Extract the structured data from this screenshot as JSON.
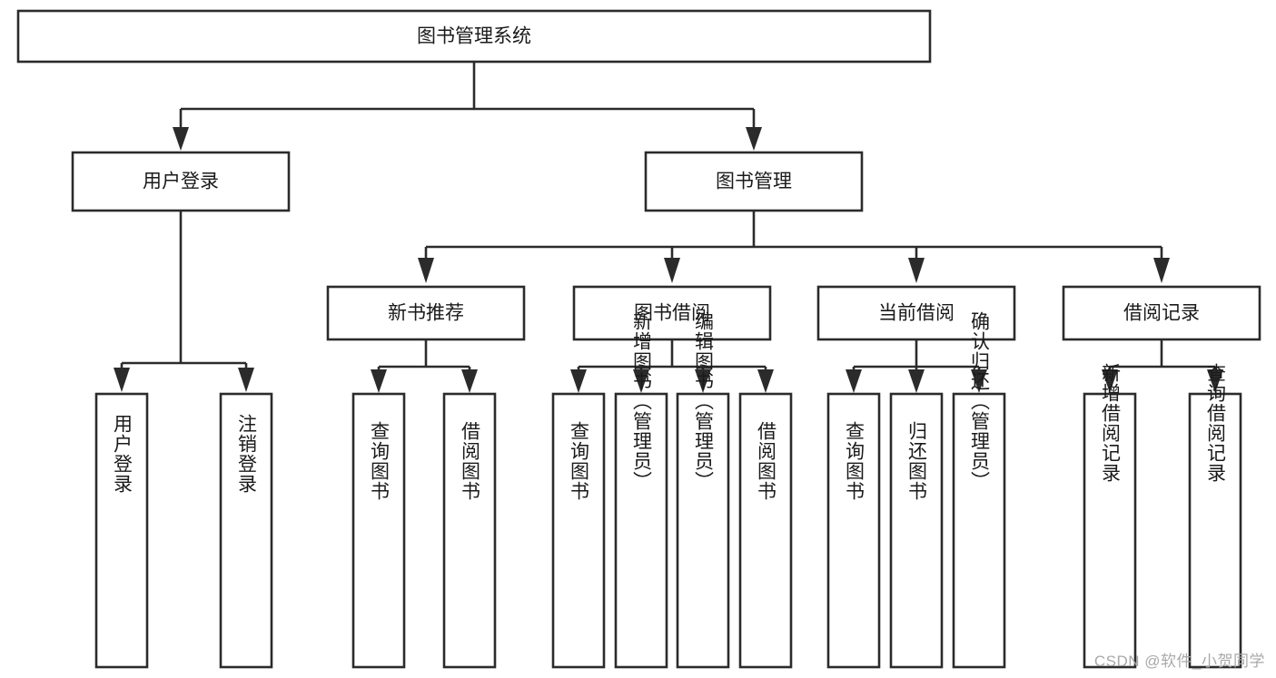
{
  "diagram": {
    "type": "tree-hierarchy-flowchart",
    "title": "图书管理系统",
    "watermark": "CSDN @软件_小贺同学",
    "colors": {
      "background": "#ffffff",
      "stroke": "#2b2b2b",
      "text": "#1a1a1a",
      "watermark": "#a9a9a9"
    },
    "levels": [
      {
        "level": 0,
        "nodes": [
          {
            "id": "root",
            "label": "图书管理系统",
            "orientation": "horizontal"
          }
        ]
      },
      {
        "level": 1,
        "nodes": [
          {
            "id": "user-login",
            "label": "用户登录",
            "orientation": "horizontal",
            "parent": "root"
          },
          {
            "id": "book-manage",
            "label": "图书管理",
            "orientation": "horizontal",
            "parent": "root"
          }
        ]
      },
      {
        "level": 2,
        "nodes": [
          {
            "id": "new-book-rec",
            "label": "新书推荐",
            "orientation": "horizontal",
            "parent": "book-manage"
          },
          {
            "id": "book-borrow",
            "label": "图书借阅",
            "orientation": "horizontal",
            "parent": "book-manage"
          },
          {
            "id": "current-borrow",
            "label": "当前借阅",
            "orientation": "horizontal",
            "parent": "book-manage"
          },
          {
            "id": "borrow-record",
            "label": "借阅记录",
            "orientation": "horizontal",
            "parent": "book-manage"
          }
        ]
      },
      {
        "level": 3,
        "nodes": [
          {
            "id": "leaf-user-login",
            "label": "用户登录",
            "orientation": "vertical",
            "parent": "user-login"
          },
          {
            "id": "leaf-user-logout",
            "label": "注销登录",
            "orientation": "vertical",
            "parent": "user-login"
          },
          {
            "id": "leaf-query-book-1",
            "label": "查询图书",
            "orientation": "vertical",
            "parent": "new-book-rec"
          },
          {
            "id": "leaf-borrow-book-1",
            "label": "借阅图书",
            "orientation": "vertical",
            "parent": "new-book-rec"
          },
          {
            "id": "leaf-query-book-2",
            "label": "查询图书",
            "orientation": "vertical",
            "parent": "book-borrow"
          },
          {
            "id": "leaf-add-book",
            "label": "新增图书（管理员）",
            "orientation": "vertical",
            "parent": "book-borrow"
          },
          {
            "id": "leaf-edit-book",
            "label": "编辑图书（管理员）",
            "orientation": "vertical",
            "parent": "book-borrow"
          },
          {
            "id": "leaf-borrow-book-2",
            "label": "借阅图书",
            "orientation": "vertical",
            "parent": "book-borrow"
          },
          {
            "id": "leaf-query-book-3",
            "label": "查询图书",
            "orientation": "vertical",
            "parent": "current-borrow"
          },
          {
            "id": "leaf-return-book",
            "label": "归还图书",
            "orientation": "vertical",
            "parent": "current-borrow"
          },
          {
            "id": "leaf-confirm-return",
            "label": "确认归还（管理员）",
            "orientation": "vertical",
            "parent": "current-borrow"
          },
          {
            "id": "leaf-add-record",
            "label": "新增借阅记录",
            "orientation": "vertical",
            "parent": "borrow-record"
          },
          {
            "id": "leaf-query-record",
            "label": "查询借阅记录",
            "orientation": "vertical",
            "parent": "borrow-record"
          }
        ]
      }
    ]
  }
}
